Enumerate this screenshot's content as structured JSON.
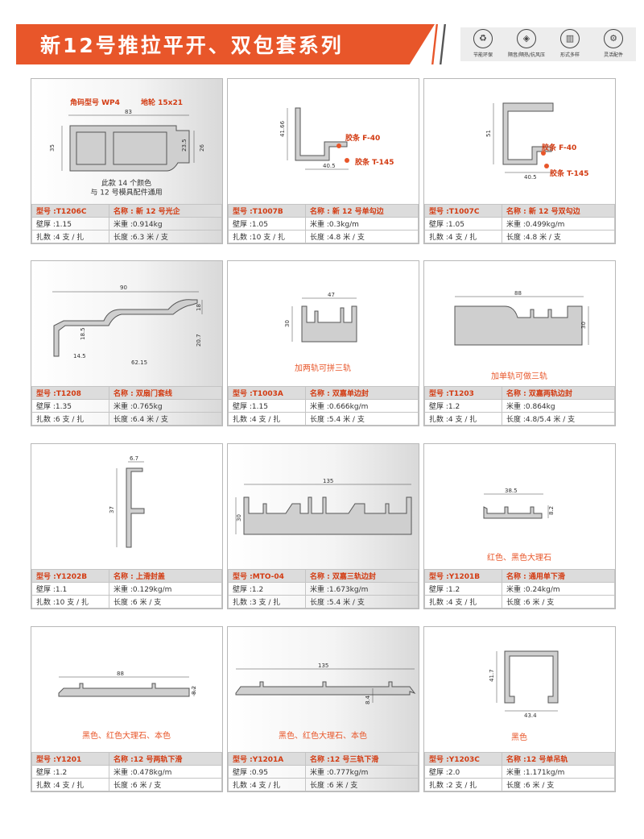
{
  "header": {
    "title": "新12号推拉平开、双包套系列",
    "badges": [
      {
        "icon": "recycle-icon",
        "label": "节能环保"
      },
      {
        "icon": "shield-icon",
        "label": "隔音/隔热/抗风压"
      },
      {
        "icon": "shape-icon",
        "label": "形式多样"
      },
      {
        "icon": "gear-icon",
        "label": "灵活配件"
      }
    ]
  },
  "products": [
    {
      "model": "型号 :T1206C",
      "name": "名称 : 新 12 号光企",
      "wall": "壁厚 :1.15",
      "weight": "米重 :0.914kg",
      "bundle": "扎数 :4 支 / 扎",
      "length": "长度 :6.3 米 / 支",
      "labels": [
        "角码型号 WP4",
        "地轮 15x21"
      ],
      "dims": [
        "83",
        "35",
        "23.5",
        "26"
      ],
      "note": "此款 14 个颜色\n与 12 号模具配件通用"
    },
    {
      "model": "型号 :T1007B",
      "name": "名称 : 新 12 号单勾边",
      "wall": "壁厚 :1.05",
      "weight": "米重 :0.3kg/m",
      "bundle": "扎数 :10 支 / 扎",
      "length": "长度 :4.8 米 / 支",
      "labels": [
        "胶条 F-40",
        "胶条 T-145"
      ],
      "dims": [
        "41.66",
        "40.5"
      ]
    },
    {
      "model": "型号 :T1007C",
      "name": "名称 : 新 12 号双勾边",
      "wall": "壁厚 :1.05",
      "weight": "米重 :0.499kg/m",
      "bundle": "扎数 :4 支 / 扎",
      "length": "长度 :4.8 米 / 支",
      "labels": [
        "胶条 F-40",
        "胶条 T-145"
      ],
      "dims": [
        "51",
        "40.5"
      ]
    },
    {
      "model": "型号 :T1208",
      "name": "名称 : 双扇门套线",
      "wall": "壁厚 :1.35",
      "weight": "米重 :0.765kg",
      "bundle": "扎数 :6 支 / 扎",
      "length": "长度 :6.4 米 / 支",
      "dims": [
        "90",
        "18",
        "18.5",
        "20.7",
        "14.5",
        "62.15"
      ]
    },
    {
      "model": "型号 :T1003A",
      "name": "名称 : 双嘉单边封",
      "wall": "壁厚 :1.15",
      "weight": "米重 :0.666kg/m",
      "bundle": "扎数 :4 支 / 扎",
      "length": "长度 :5.4 米 / 支",
      "dims": [
        "47",
        "30"
      ],
      "note": "加两轨可拼三轨"
    },
    {
      "model": "型号 :T1203",
      "name": "名称 : 双嘉两轨边封",
      "wall": "壁厚 :1.2",
      "weight": "米重 :0.864kg",
      "bundle": "扎数 :4 支 / 扎",
      "length": "长度 :4.8/5.4 米 / 支",
      "dims": [
        "88",
        "30"
      ],
      "note": "加单轨可做三轨"
    },
    {
      "model": "型号 :Y1202B",
      "name": "名称 : 上滑封盖",
      "wall": "壁厚 :1.1",
      "weight": "米重 :0.129kg/m",
      "bundle": "扎数 :10 支 / 扎",
      "length": "长度 :6 米 / 支",
      "dims": [
        "6.7",
        "37"
      ]
    },
    {
      "model": "型号 :MTO-04",
      "name": "名称 : 双嘉三轨边封",
      "wall": "壁厚 :1.2",
      "weight": "米重 :1.673kg/m",
      "bundle": "扎数 :3 支 / 扎",
      "length": "长度 :5.4 米 / 支",
      "dims": [
        "135",
        "30"
      ]
    },
    {
      "model": "型号 :Y1201B",
      "name": "名称 : 通用单下滑",
      "wall": "壁厚 :1.2",
      "weight": "米重 :0.24kg/m",
      "bundle": "扎数 :4 支 / 扎",
      "length": "长度 :6 米 / 支",
      "dims": [
        "38.5",
        "8.2"
      ],
      "note": "红色、黑色大理石"
    },
    {
      "model": "型号 :Y1201",
      "name": "名称 :12 号两轨下滑",
      "wall": "壁厚 :1.2",
      "weight": "米重 :0.478kg/m",
      "bundle": "扎数 :4 支 / 扎",
      "length": "长度 :6 米 / 支",
      "dims": [
        "88",
        "8.2"
      ],
      "note": "黑色、红色大理石、本色"
    },
    {
      "model": "型号 :Y1201A",
      "name": "名称 :12 号三轨下滑",
      "wall": "壁厚 :0.95",
      "weight": "米重 :0.777kg/m",
      "bundle": "扎数 :4 支 / 扎",
      "length": "长度 :6 米 / 支",
      "dims": [
        "135",
        "8.4"
      ],
      "note": "黑色、红色大理石、本色"
    },
    {
      "model": "型号 :Y1203C",
      "name": "名称 :12 号单吊轨",
      "wall": "壁厚 :2.0",
      "weight": "米重 :1.171kg/m",
      "bundle": "扎数 :2 支 / 扎",
      "length": "长度 :6 米 / 支",
      "dims": [
        "41.7",
        "43.4"
      ],
      "note": "黑色"
    }
  ]
}
